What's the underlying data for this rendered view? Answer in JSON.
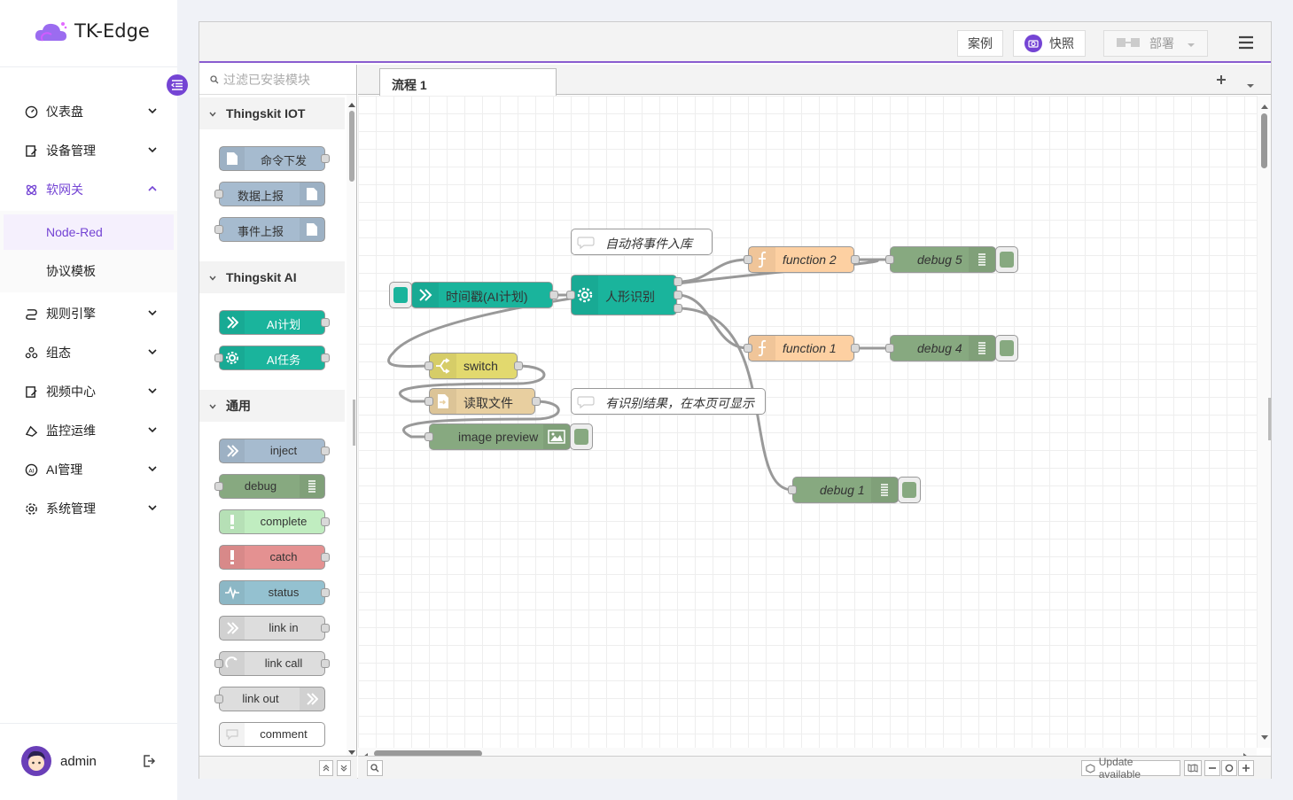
{
  "app": {
    "name": "TK-Edge"
  },
  "sidebar": {
    "items": [
      {
        "label": "仪表盘",
        "icon": "dashboard-icon"
      },
      {
        "label": "设备管理",
        "icon": "device-icon"
      },
      {
        "label": "软网关",
        "icon": "gateway-icon",
        "active": true
      },
      {
        "label": "规则引擎",
        "icon": "rule-engine-icon"
      },
      {
        "label": "组态",
        "icon": "configuration-icon"
      },
      {
        "label": "视频中心",
        "icon": "video-icon"
      },
      {
        "label": "监控运维",
        "icon": "monitor-icon"
      },
      {
        "label": "AI管理",
        "icon": "ai-icon"
      },
      {
        "label": "系统管理",
        "icon": "settings-icon"
      }
    ],
    "subitems": [
      {
        "label": "Node-Red",
        "active": true
      },
      {
        "label": "协议模板"
      }
    ],
    "user": {
      "name": "admin"
    }
  },
  "header": {
    "examples_label": "案例",
    "snapshot_label": "快照",
    "deploy_label": "部署"
  },
  "palette": {
    "filter_placeholder": "过滤已安装模块",
    "categories": [
      {
        "name": "Thingskit IOT",
        "nodes": [
          "命令下发",
          "数据上报",
          "事件上报"
        ]
      },
      {
        "name": "Thingskit AI",
        "nodes": [
          "AI计划",
          "AI任务"
        ]
      },
      {
        "name": "通用",
        "nodes": [
          "inject",
          "debug",
          "complete",
          "catch",
          "status",
          "link in",
          "link call",
          "link out",
          "comment"
        ]
      }
    ]
  },
  "workspace": {
    "tab_label": "流程 1",
    "update_label": "Update available"
  },
  "flow": {
    "comment_event": "自动将事件入库",
    "timestamp_node": "时间戳(AI计划)",
    "person_node": "人形识别",
    "function2": "function 2",
    "function1": "function 1",
    "debug5": "debug 5",
    "debug4": "debug 4",
    "debug1": "debug 1",
    "switch_node": "switch",
    "read_file_node": "读取文件",
    "comment_result": "有识别结果，在本页可显示",
    "image_preview_node": "image preview"
  },
  "colors": {
    "accent": "#7444d4",
    "teal": "#1ab49c",
    "function": "#fdd0a2",
    "debug": "#87a980",
    "switch": "#e2d96e",
    "file": "#e8cfa0",
    "iot": "#a6bbcf",
    "complete": "#c0edc0",
    "catch": "#e49191",
    "status": "#94c1d0",
    "link": "#dddddd"
  }
}
